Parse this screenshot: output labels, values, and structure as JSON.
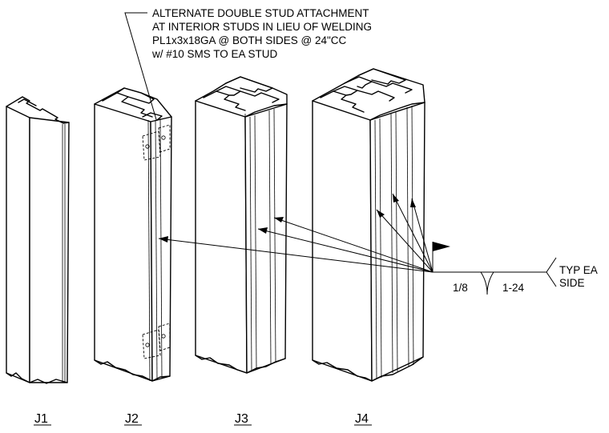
{
  "note": {
    "lines": [
      "ALTERNATE DOUBLE STUD ATTACHMENT",
      "AT INTERIOR STUDS IN LIEU OF WELDING",
      "PL1x3x18GA @ BOTH SIDES @ 24\"CC",
      "w/ #10 SMS TO EA STUD"
    ]
  },
  "weld_symbol": {
    "size_left": "1/8",
    "length_pitch": "1-24",
    "tail_line1": "TYP EA",
    "tail_line2": "SIDE"
  },
  "columns": [
    {
      "id": "J1",
      "label": "J1"
    },
    {
      "id": "J2",
      "label": "J2"
    },
    {
      "id": "J3",
      "label": "J3"
    },
    {
      "id": "J4",
      "label": "J4"
    }
  ]
}
